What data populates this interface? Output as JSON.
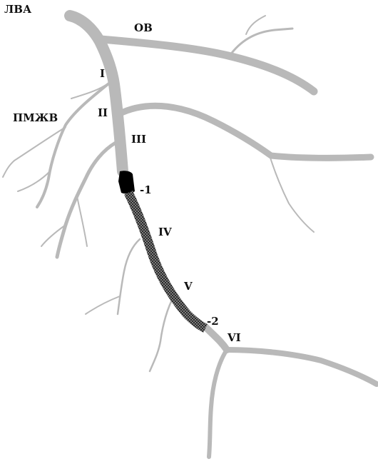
{
  "labels": {
    "lva": "ЛВА",
    "ov": "ОВ",
    "pmzhv": "ПМЖВ",
    "seg_1": "I",
    "seg_2": "II",
    "seg_3": "III",
    "marker_1": "-1",
    "seg_4": "IV",
    "seg_5": "V",
    "marker_2": "-2",
    "seg_6": "VI"
  },
  "colors": {
    "vessel": "#b9b9b9",
    "occlusion": "#000000",
    "stent_pattern": "#2a2a2a",
    "text": "#111111"
  }
}
